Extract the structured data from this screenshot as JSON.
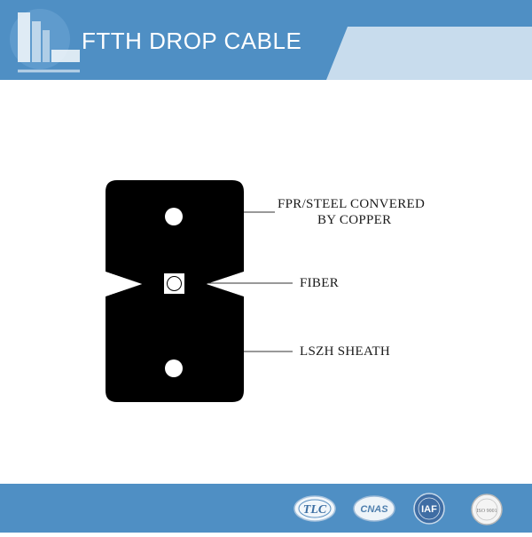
{
  "header": {
    "title": "FTTH DROP CABLE",
    "colors": {
      "banner": "#4f8fc4",
      "banner_light": "#c8dced"
    },
    "logo_icon": "company-logo-icon"
  },
  "diagram": {
    "labels": {
      "strength_member_line1": "FPR/STEEL  CONVERED",
      "strength_member_line2": "BY COPPER",
      "fiber": "FIBER",
      "sheath": "LSZH SHEATH"
    },
    "colors": {
      "sheath": "#000000",
      "notch": "#ffffff"
    }
  },
  "footer": {
    "certifications": [
      {
        "text": "TLC",
        "icon": "tlc-logo-icon"
      },
      {
        "text": "CNAS",
        "icon": "cnas-logo-icon"
      },
      {
        "text": "IAF",
        "icon": "iaf-logo-icon"
      },
      {
        "text": "ISO 9001",
        "icon": "iso-logo-icon"
      }
    ]
  }
}
